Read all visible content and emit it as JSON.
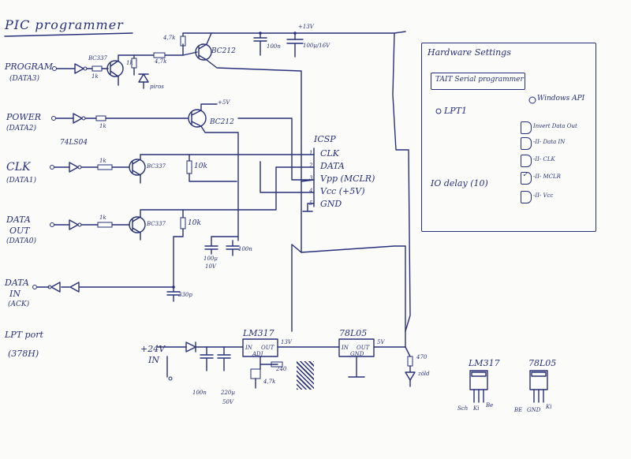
{
  "title": "PIC programmer",
  "pins": {
    "program": {
      "label": "PROGRAM",
      "sub": "(DATA3)"
    },
    "power": {
      "label": "POWER",
      "sub": "(DATA2)"
    },
    "clk": {
      "label": "CLK",
      "sub": "(DATA1)"
    },
    "data_out": {
      "label": "DATA",
      "label2": "OUT",
      "sub": "(DATA0)"
    },
    "data_in": {
      "label": "DATA",
      "label2": "IN",
      "sub": "(ACK)"
    }
  },
  "ic_label": "74LS04",
  "lpt": {
    "label": "LPT port",
    "sub": "(378H)"
  },
  "components": {
    "r_1k": "1k",
    "r_4k7": "4,7k",
    "r_10k": "10k",
    "bc337": "BC337",
    "bc212": "BC212",
    "piros": "piros",
    "zold": "zöld",
    "c_100n": "100n",
    "c_100u16v": "100µ/16V",
    "c_100u10v": "100µ",
    "c_10v": "10V",
    "c_330p": "330p",
    "c_220u": "220µ",
    "c_50v": "50V",
    "r_240": "240",
    "r_470": "470",
    "v_13": "+13V",
    "v_13b": "13V",
    "v_5": "+5V",
    "v_5b": "5V",
    "v_24": "+24V",
    "in": "IN",
    "out": "OUT",
    "adj": "ADJ",
    "gnd": "GND",
    "lm317": "LM317",
    "u78l05": "78L05"
  },
  "icsp": {
    "title": "ICSP",
    "pins": [
      {
        "num": "1",
        "name": "CLK"
      },
      {
        "num": "2",
        "name": "DATA"
      },
      {
        "num": "3",
        "name": "Vpp (MCLR)"
      },
      {
        "num": "4",
        "name": "Vcc (+5V)"
      },
      {
        "num": "5",
        "name": "GND"
      }
    ]
  },
  "hardware_panel": {
    "title": "Hardware Settings",
    "programmer": "TAIT Serial programmer",
    "port_option": "LPT1",
    "api_option": "Windows API",
    "delay_label": "IO delay (10)",
    "checks": [
      {
        "label": "Invert Data Out",
        "checked": false
      },
      {
        "label": "-II- Data IN",
        "checked": false
      },
      {
        "label": "-II- CLK",
        "checked": false
      },
      {
        "label": "-II- MCLR",
        "checked": true
      },
      {
        "label": "-II- Vcc",
        "checked": false
      }
    ]
  },
  "pinouts": {
    "lm317": {
      "title": "LM317",
      "pins": [
        "Sch",
        "Ki",
        "Be"
      ]
    },
    "u78l05": {
      "title": "78L05",
      "pins": [
        "BE",
        "GND",
        "Ki"
      ]
    }
  }
}
